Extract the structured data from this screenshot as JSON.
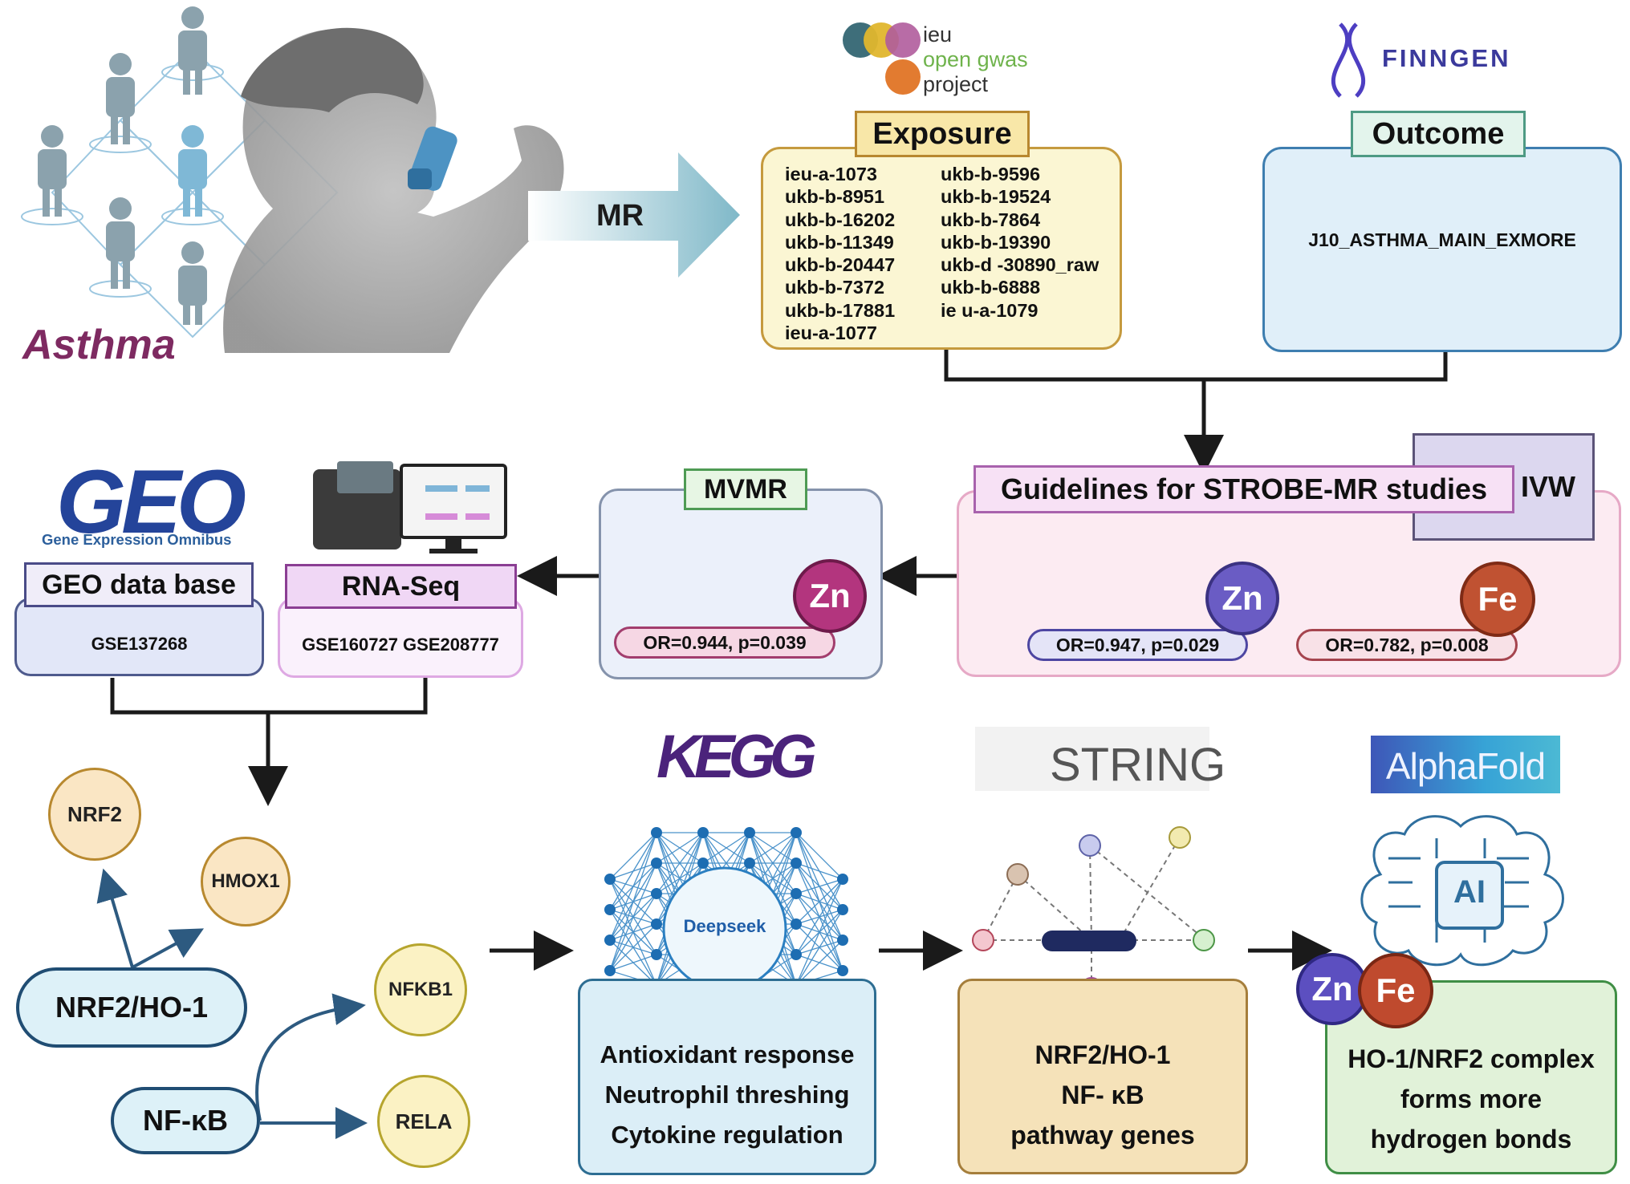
{
  "title_asthma": "Asthma",
  "mr_label": "MR",
  "logos": {
    "ieu_lines": [
      "ieu",
      "open gwas",
      "project"
    ],
    "finngen": "FINNGEN",
    "geo_big": "GEO",
    "geo_sub": "Gene Expression Omnibus",
    "kegg": "KEGG",
    "string": "STRING",
    "alphafold": "AlphaFold"
  },
  "exposure": {
    "label": "Exposure",
    "ids_col1": [
      "ieu-a-1073",
      "ukb-b-8951",
      "ukb-b-16202",
      "ukb-b-11349",
      "ukb-b-20447",
      "ukb-b-7372",
      "ukb-b-17881",
      "ieu-a-1077"
    ],
    "ids_col2": [
      "ukb-b-9596",
      "ukb-b-19524",
      "ukb-b-7864",
      "ukb-b-19390",
      "ukb-d -30890_raw",
      "ukb-b-6888",
      "ie u-a-1079"
    ]
  },
  "outcome": {
    "label": "Outcome",
    "id": "J10_ASTHMA_MAIN_EXMORE"
  },
  "strobe": {
    "label": "Guidelines for STROBE-MR studies",
    "ivw": "IVW",
    "zn": "Zn",
    "fe": "Fe",
    "zn_or": "OR=0.947, p=0.029",
    "fe_or": "OR=0.782, p=0.008"
  },
  "mvmr": {
    "label": "MVMR",
    "zn": "Zn",
    "or": "OR=0.944, p=0.039"
  },
  "geo": {
    "label": "GEO data base",
    "id": "GSE137268"
  },
  "rna": {
    "label": "RNA-Seq",
    "ids": "GSE160727 GSE208777"
  },
  "pathways": {
    "nrf2_ho1": "NRF2/HO-1",
    "nfkb": "NF-κB",
    "genes": {
      "nrf2": "NRF2",
      "hmox1": "HMOX1",
      "nfkb1": "NFKB1",
      "rela": "RELA"
    }
  },
  "kegg_box": {
    "center": "Deepseek",
    "lines": [
      "Antioxidant response",
      "Neutrophil threshing",
      "Cytokine regulation"
    ]
  },
  "string_box": {
    "lines": [
      "NRF2/HO-1",
      "NF- κB",
      "pathway genes"
    ]
  },
  "alphafold_box": {
    "ai": "AI",
    "zn": "Zn",
    "fe": "Fe",
    "lines": [
      "HO-1/NRF2 complex",
      "forms more",
      "hydrogen bonds"
    ]
  },
  "colors": {
    "asthma": "#7e2a61",
    "arrow": "#1a1a1a",
    "mr_arrow": "#7fb8c8"
  }
}
